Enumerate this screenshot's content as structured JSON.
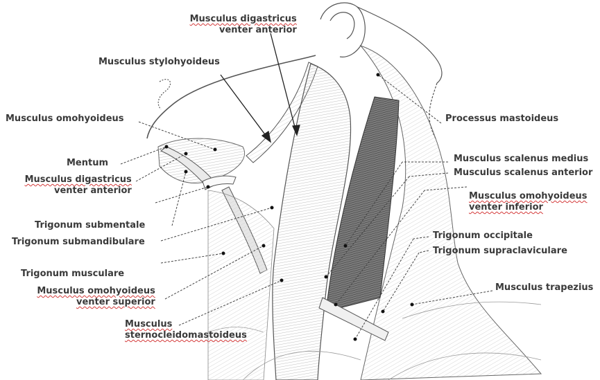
{
  "labels": {
    "digastricus_anterior_top": [
      "Musculus digastricus",
      "venter anterior"
    ],
    "stylohyoideus": "Musculus stylohyoideus",
    "omohyoideus": "Musculus omohyoideus",
    "processus_mastoideus": "Processus mastoideus",
    "mentum": "Mentum",
    "digastricus_anterior_left": [
      "Musculus digastricus",
      "venter anterior"
    ],
    "scalenus_medius": "Musculus scalenus medius",
    "scalenus_anterior": "Musculus scalenus anterior",
    "omohyoideus_inferior": [
      "Musculus omohyoideus",
      "venter inferior"
    ],
    "trigonum_submentale": "Trigonum submentale",
    "trigonum_submandibulare": "Trigonum submandibulare",
    "trigonum_occipitale": "Trigonum occipitale",
    "trigonum_supraclaviculare": "Trigonum supraclaviculare",
    "trigonum_musculare": "Trigonum musculare",
    "omohyoideus_superior": [
      "Musculus omohyoideus",
      "venter superior"
    ],
    "trapezius": "Musculus trapezius",
    "sternocleidomastoideus": [
      "Musculus",
      "sternocleidomastoideus"
    ]
  },
  "colors": {
    "label_text": "#3a3a3a",
    "spellcheck_underline": "#d43a3a",
    "line_art": "#555555",
    "shade": "#8a8a8a"
  }
}
